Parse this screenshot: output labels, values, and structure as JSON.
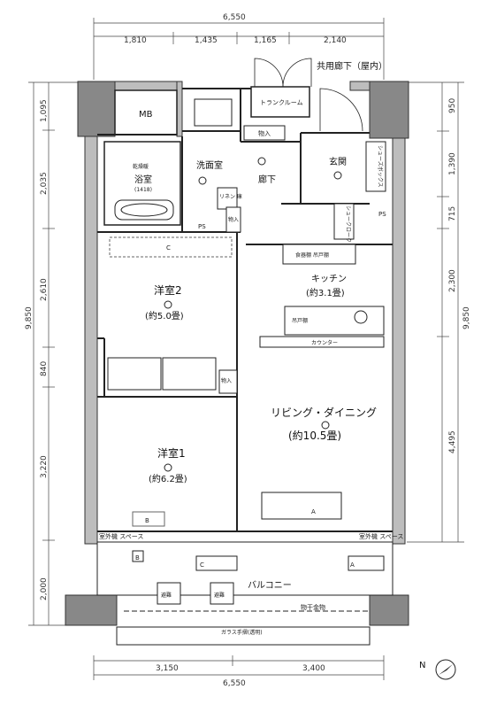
{
  "dimensions": {
    "top_total": "6,550",
    "top_segments": [
      "1,810",
      "1,435",
      "1,165",
      "2,140"
    ],
    "bottom_segments": [
      "3,150",
      "3,400"
    ],
    "bottom_total": "6,550",
    "left_total": "9,850",
    "left_segments": [
      "1,095",
      "2,035",
      "2,610",
      "840",
      "3,220",
      "2,000"
    ],
    "right_total": "9,850",
    "right_segments": [
      "950",
      "1,390",
      "715",
      "2,300",
      "4,495"
    ]
  },
  "labels": {
    "corridor": "共用廊下（屋内）",
    "trunk_room": "トランクルーム",
    "mb": "MB",
    "washroom": "洗面室",
    "bath": "浴室",
    "bath_size": "(1418)",
    "bath_tag": "乾燥暖",
    "hallway": "廊下",
    "entrance": "玄関",
    "shoes": "シューズボックス",
    "storage": "物入",
    "ps": "PS",
    "shoe_closet": "シュークローク",
    "kitchen": "キッチン",
    "kitchen_size": "(約3.1畳)",
    "food_cabinet": "食器棚\n吊戸棚",
    "hanging_cabinet": "吊戸棚",
    "western2": "洋室2",
    "western2_size": "(約5.0畳)",
    "western1": "洋室1",
    "western1_size": "(約6.2畳)",
    "ldk": "リビング・ダイニング",
    "ldk_size": "(約10.5畳)",
    "counter": "カウンター",
    "aircon_space_left": "室外機\nスペース",
    "aircon_space_right": "室外機\nスペース",
    "balcony": "バルコニー",
    "clothes_rod": "物干金物",
    "glass_rail": "ガラス手摺(透明)",
    "drainage1": "避難",
    "drainage2": "避難",
    "linen": "リネン\n庫",
    "letter_a": "A",
    "letter_b": "B",
    "letter_c": "C",
    "compass": "N"
  }
}
